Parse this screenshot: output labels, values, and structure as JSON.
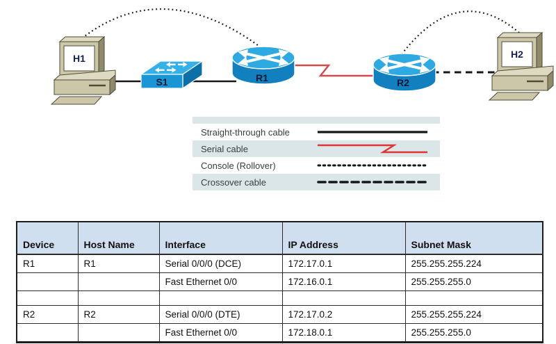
{
  "diagram": {
    "devices": {
      "h1": {
        "label": "H1",
        "type": "host"
      },
      "s1": {
        "label": "S1",
        "type": "switch"
      },
      "r1": {
        "label": "R1",
        "type": "router"
      },
      "r2": {
        "label": "R2",
        "type": "router"
      },
      "h2": {
        "label": "H2",
        "type": "host"
      }
    },
    "links": [
      {
        "from": "H1",
        "to": "S1",
        "type": "straight-through"
      },
      {
        "from": "S1",
        "to": "R1",
        "type": "straight-through"
      },
      {
        "from": "R1",
        "to": "R2",
        "type": "serial"
      },
      {
        "from": "R2",
        "to": "H2",
        "type": "crossover"
      },
      {
        "from": "H1",
        "to": "R1",
        "type": "console-rollover"
      },
      {
        "from": "R2",
        "to": "H2",
        "type": "console-rollover"
      }
    ]
  },
  "legend": {
    "items": [
      {
        "label": "Straight-through cable",
        "line": "solid"
      },
      {
        "label": "Serial cable",
        "line": "serial-zigzag"
      },
      {
        "label": "Console (Rollover)",
        "line": "dotted"
      },
      {
        "label": "Crossover cable",
        "line": "dashed"
      }
    ]
  },
  "table": {
    "headers": [
      "Device",
      "Host Name",
      "Interface",
      "IP Address",
      "Subnet Mask"
    ],
    "rows": [
      [
        "R1",
        "R1",
        "Serial 0/0/0 (DCE)",
        "172.17.0.1",
        "255.255.255.224"
      ],
      [
        "",
        "",
        "Fast Ethernet 0/0",
        "172.16.0.1",
        "255.255.255.0"
      ],
      [
        "",
        "",
        "",
        "",
        ""
      ],
      [
        "R2",
        "R2",
        "Serial 0/0/0 (DTE)",
        "172.17.0.2",
        "255.255.255.224"
      ],
      [
        "",
        "",
        "Fast Ethernet 0/0",
        "172.18.0.1",
        "255.255.255.0"
      ]
    ]
  },
  "colors": {
    "serial_cable": "#d14a4a",
    "cable_black": "#161616",
    "table_header_bg": "#cfdfef",
    "legend_stripe_bg": "#dbe6e8",
    "device_blue_top": "#2fa9e2",
    "device_blue_body": "#1280be",
    "host_beige": "#ccc7a9"
  }
}
